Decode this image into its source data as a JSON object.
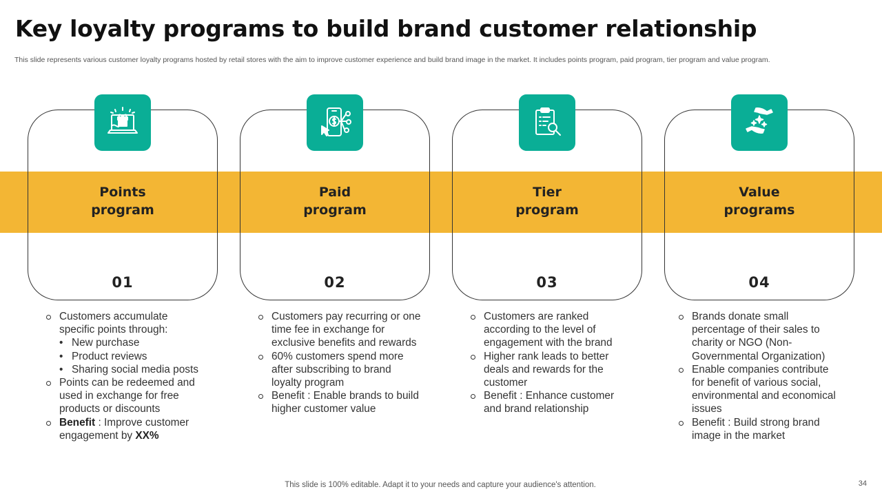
{
  "slide": {
    "title": "Key loyalty programs to build brand customer relationship",
    "subtitle": "This slide represents various customer loyalty programs hosted by retail stores with the aim to improve customer experience and build brand image in the market. It includes points program, paid program, tier program and value program.",
    "footer": "This slide is 100% editable. Adapt it to your needs and capture your audience's attention.",
    "page_number": "34"
  },
  "colors": {
    "accent_band": "#f3b634",
    "icon_tile": "#0aae96"
  },
  "programs": [
    {
      "icon": "gift-laptop-icon",
      "label_line1": "Points",
      "label_line2": "program",
      "number": "01",
      "b1": "Customers accumulate specific points through:",
      "s1": "New purchase",
      "s2": "Product reviews",
      "s3": "Sharing social media posts",
      "b2": "Points can be redeemed and used in exchange for free products or discounts",
      "b3_bold": "Benefit",
      "b3_text": " : Improve customer engagement by ",
      "b3_bold2": "XX%"
    },
    {
      "icon": "mobile-payment-icon",
      "label_line1": "Paid",
      "label_line2": "program",
      "number": "02",
      "b1": "Customers pay recurring or one time fee in exchange for exclusive benefits and rewards",
      "b2": "60% customers spend more after subscribing to brand loyalty program",
      "b3": "Benefit : Enable brands to build higher customer value"
    },
    {
      "icon": "clipboard-search-icon",
      "label_line1": "Tier",
      "label_line2": "program",
      "number": "03",
      "b1": "Customers are ranked according to the level of engagement with the brand",
      "b2": "Higher rank leads to better deals and rewards for the customer",
      "b3": "Benefit : Enhance customer and brand relationship"
    },
    {
      "icon": "hands-sparkle-icon",
      "label_line1": "Value",
      "label_line2": "programs",
      "number": "04",
      "b1": "Brands donate small percentage of their sales to charity or NGO (Non-Governmental Organization)",
      "b2": "Enable companies contribute for benefit of various social, environmental and economical issues",
      "b3": "Benefit : Build strong brand image in the market"
    }
  ]
}
